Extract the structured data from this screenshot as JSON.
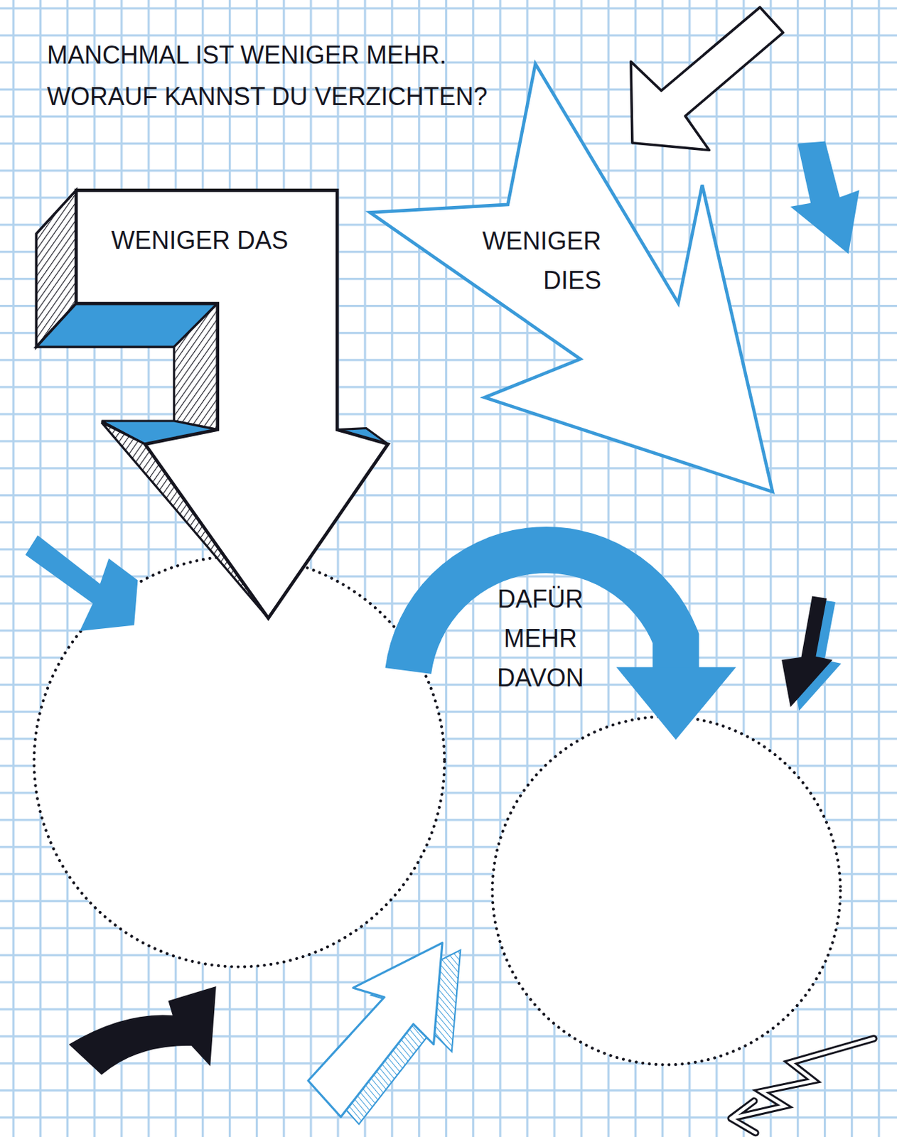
{
  "diagram": {
    "title": "MANCHMAL IST WENIGER MEHR. WORAUF KANNST DU VERZICHTEN?",
    "nodes": [
      {
        "text": [
          "WENIGER DAS"
        ]
      },
      {
        "text": [
          "WENIGER DIES"
        ]
      }
    ],
    "labels": [
      "DAFÜR MEHR DAVON"
    ]
  }
}
